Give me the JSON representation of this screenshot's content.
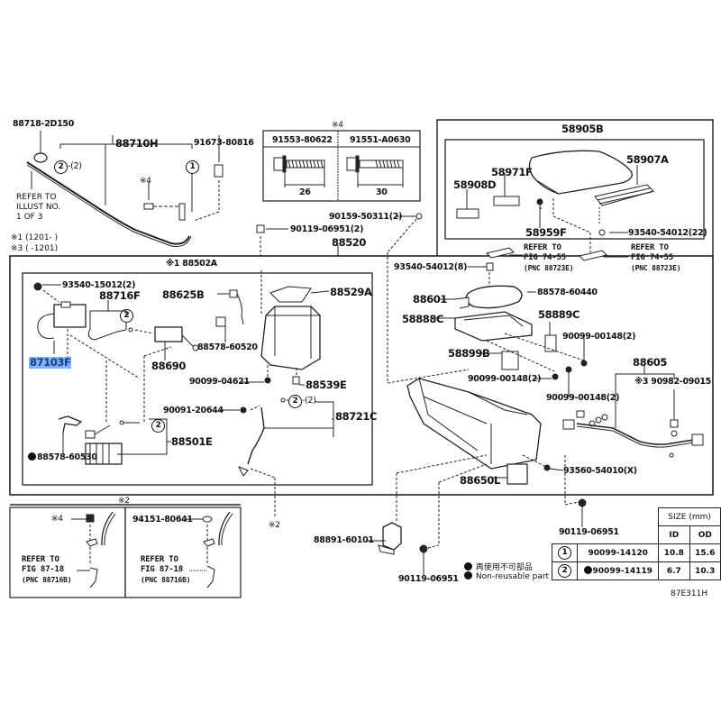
{
  "diagram": {
    "figure_code": "87E311H",
    "notes": {
      "note1": "※1 (1201-      )",
      "note3": "※3 (      -1201)",
      "refer_illust": [
        "REFER TO",
        "ILLUST NO.",
        "1 OF 3"
      ]
    },
    "top_left": {
      "p_88718": "88718-2D150",
      "p_88710H": "88710H",
      "p_91673": "91673-80816",
      "mark4": "※4",
      "circle2_qty": "-(2)",
      "circle1": "1",
      "circle2": "2"
    },
    "bolt_box": {
      "mark": "※4",
      "bolts": [
        {
          "part": "91553-80622",
          "length": "26"
        },
        {
          "part": "91551-A0630",
          "length": "30"
        }
      ]
    },
    "mid_top": {
      "p_90119_2": "90119-06951(2)",
      "p_90159": "90159-50311(2)",
      "p_88520": "88520"
    },
    "armrest_box": {
      "p_58905B": "58905B",
      "p_58971F": "58971F",
      "p_58907A": "58907A",
      "p_58908D": "58908D",
      "p_58959F": "58959F",
      "p_93540_22": "93540-54012(22)",
      "refer_left": [
        "REFER TO",
        "FIG 74-55",
        "(PNC 88723E)"
      ],
      "refer_right": [
        "REFER TO",
        "FIG 74-55",
        "(PNC 88723E)"
      ]
    },
    "box_88502A": {
      "header": "※1 88502A",
      "p_93540_15012": "93540-15012(2)",
      "p_88716F": "88716F",
      "p_88625B": "88625B",
      "p_88529A": "88529A",
      "p_87103F": "87103F",
      "p_88578_60520": "88578-60520",
      "p_88690": "88690",
      "p_90099_04621": "90099-04621",
      "p_88539E": "88539E",
      "p_90091": "90091-20644",
      "p_88721C": "88721C",
      "p_88501E": "88501E",
      "p_88578_60530": "88578-60530",
      "circle2": "2",
      "qty2": "-(2)"
    },
    "console": {
      "p_93540_8": "93540-54012(8)",
      "p_88601": "88601",
      "p_88578_60440": "88578-60440",
      "p_58888C": "58888C",
      "p_58889C": "58889C",
      "p_90099_a": "90099-00148(2)",
      "p_58899B": "58899B",
      "p_90099_b": "90099-00148(2)",
      "p_90099_c": "90099-00148(2)",
      "p_88605": "88605",
      "p_90982": "※3 90982-09015",
      "p_88650L": "88650L",
      "p_93560": "93560-54010(X)"
    },
    "bottom": {
      "mark2": "※2",
      "mark2_lower": "※2",
      "left_box": {
        "mark4": "※4",
        "refer": [
          "REFER TO",
          "FIG 87-18",
          "(PNC 88716B)"
        ]
      },
      "right_box": {
        "p_94151": "94151-80641",
        "refer": [
          "REFER TO",
          "FIG 87-18",
          "(PNC 88716B)"
        ]
      },
      "p_88891": "88891-60101",
      "p_90119_a": "90119-06951",
      "p_90119_b": "90119-06951",
      "legend_jp": "再使用不可部品",
      "legend_en": "Non-reusable part"
    },
    "size_table": {
      "title": "SIZE (mm)",
      "col_id": "ID",
      "col_od": "OD",
      "rows": [
        {
          "no": "1",
          "part": "90099-14120",
          "nonreusable": false,
          "id": "10.8",
          "od": "15.6"
        },
        {
          "no": "2",
          "part": "90099-14119",
          "nonreusable": true,
          "id": "6.7",
          "od": "10.3"
        }
      ]
    },
    "colors": {
      "highlight_bg": "#7fb2f0",
      "highlight_text": "#1a3a86",
      "ink": "#111111"
    }
  }
}
